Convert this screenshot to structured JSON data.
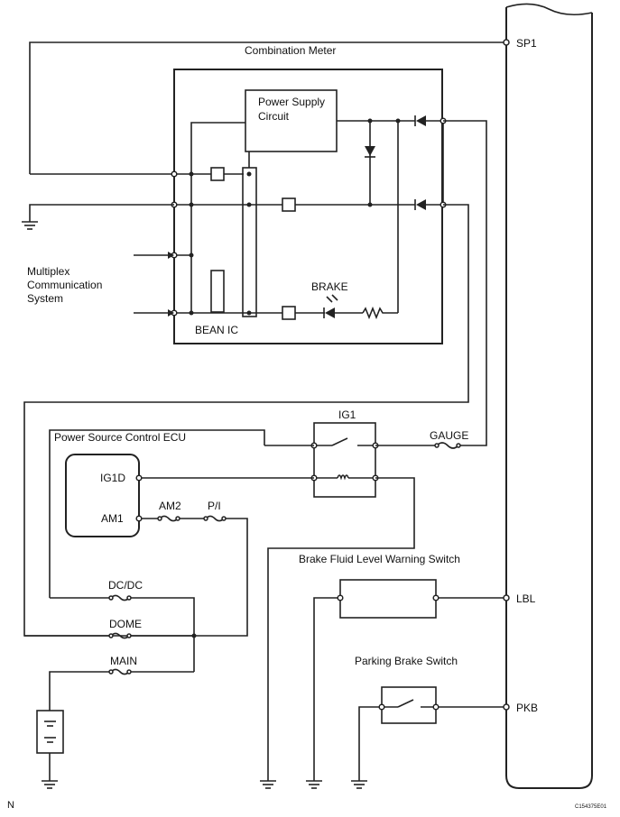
{
  "labels": {
    "sp1": "SP1",
    "lbl": "LBL",
    "pkb": "PKB",
    "combination_meter": "Combination Meter",
    "power_supply_circuit_line1": "Power Supply",
    "power_supply_circuit_line2": "Circuit",
    "multiplex_line1": "Multiplex",
    "multiplex_line2": "Communication",
    "multiplex_line3": "System",
    "brake": "BRAKE",
    "bean_ic": "BEAN IC",
    "ig1": "IG1",
    "gauge": "GAUGE",
    "power_source_ecu": "Power Source Control ECU",
    "ig1d": "IG1D",
    "am1": "AM1",
    "am2": "AM2",
    "p_i": "P/I",
    "brake_fluid_switch": "Brake Fluid Level Warning Switch",
    "dc_dc": "DC/DC",
    "dome": "DOME",
    "main": "MAIN",
    "parking_brake_switch": "Parking Brake Switch",
    "corner_letter": "N",
    "figure_code": "C154375E01"
  }
}
